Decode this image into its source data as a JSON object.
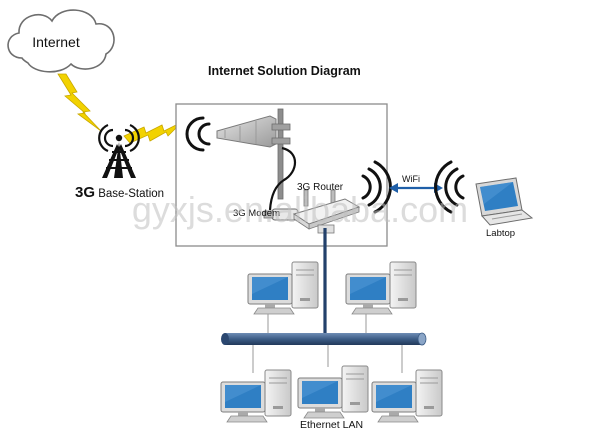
{
  "title": "Internet Solution Diagram",
  "cloud_label": "Internet",
  "base_station": {
    "prefix": "3G",
    "label": "Base-Station"
  },
  "router_label": "3G Router",
  "modem_label": "3G Modem",
  "wifi_label": "WiFi",
  "laptop_label": "Labtop",
  "lan_label": "Ethernet LAN",
  "watermark": "gyxjs.en.alibaba.com",
  "colors": {
    "lightning": "#f2d200",
    "lightning_edge": "#c9a800",
    "bus": "#3d5d86",
    "uplink": "#23416b",
    "wifi_arrow": "#1f5fa8",
    "screen": "#2f7fc4"
  }
}
